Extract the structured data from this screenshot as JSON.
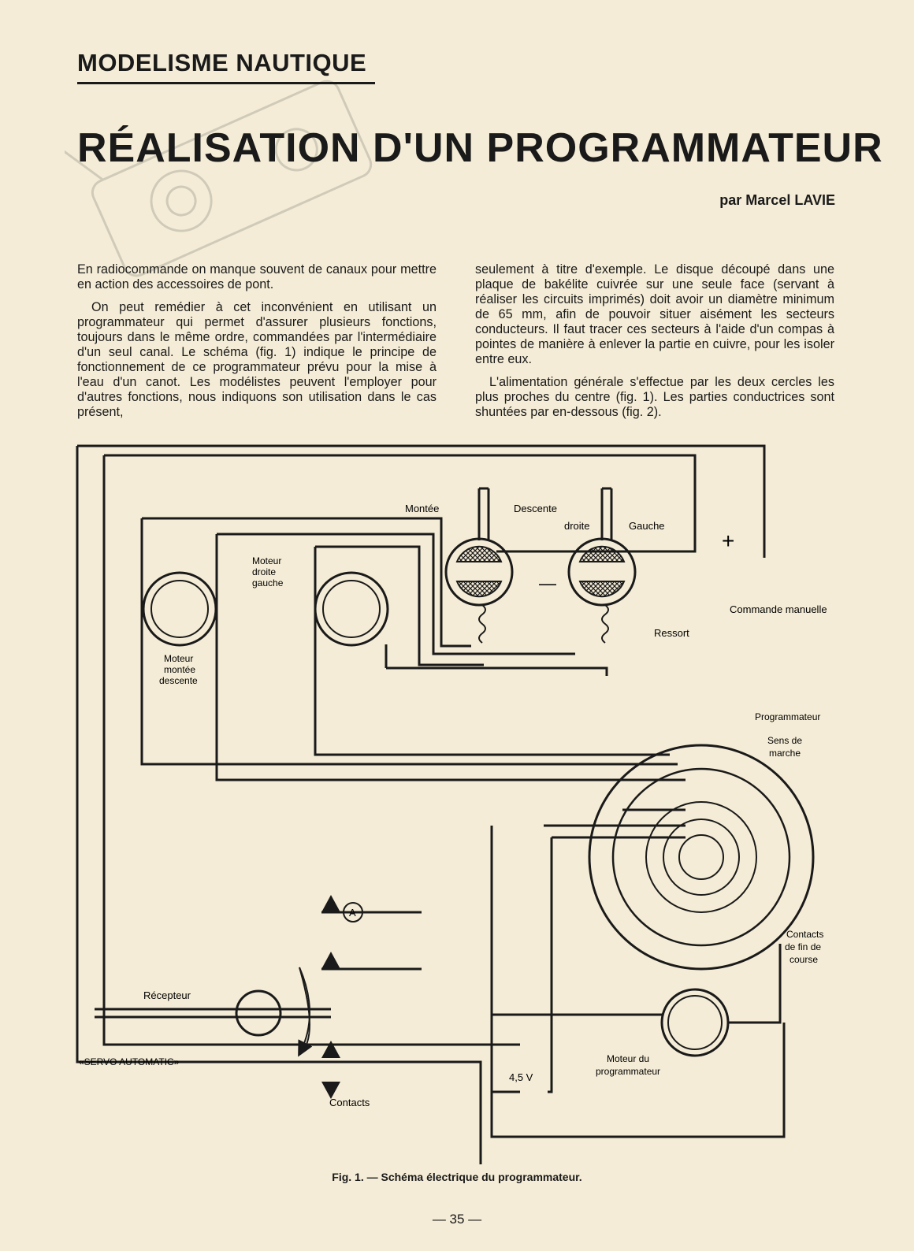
{
  "header": {
    "section": "MODELISME NAUTIQUE",
    "title": "RÉALISATION D'UN PROGRAMMATEUR",
    "byline": "par Marcel LAVIE"
  },
  "article": {
    "left_paragraphs": [
      "En radiocommande on manque souvent de canaux pour mettre en action des accessoires de pont.",
      "On peut remédier à cet inconvénient en utilisant un programmateur qui permet d'assurer plusieurs fonctions, toujours dans le même ordre, commandées par l'intermédiaire d'un seul canal. Le schéma (fig. 1) indique le principe de fonctionnement de ce programmateur prévu pour la mise à l'eau d'un canot. Les modélistes peuvent l'employer pour d'autres fonctions, nous indiquons son utilisation dans le cas présent,"
    ],
    "right_paragraphs": [
      "seulement à titre d'exemple. Le disque découpé dans une plaque de bakélite cuivrée sur une seule face (servant à réaliser les circuits imprimés) doit avoir un diamètre minimum de 65 mm, afin de pouvoir situer aisément les secteurs conducteurs. Il faut tracer ces secteurs à l'aide d'un compas à pointes de manière à enlever la partie en cuivre, pour les isoler entre eux.",
      "L'alimentation générale s'effectue par les deux cercles les plus proches du centre (fig. 1). Les parties conductrices sont shuntées par en-dessous (fig. 2)."
    ]
  },
  "figure": {
    "labels": {
      "montee": "Montée",
      "descente": "Descente",
      "droite": "droite",
      "gauche": "Gauche",
      "plus": "+",
      "minus": "—",
      "moteur_droite_gauche": [
        "Moteur",
        "droite",
        "gauche"
      ],
      "moteur_montee_descente": [
        "Moteur",
        "montée",
        "descente"
      ],
      "commande_manuelle": "Commande manuelle",
      "ressort": "Ressort",
      "programmateur": "Programmateur",
      "sens_de_marche": [
        "Sens de",
        "marche"
      ],
      "contacts_fin_course": [
        "Contacts",
        "de fin de",
        "course"
      ],
      "a_marker": "A",
      "recepteur": "Récepteur",
      "servo": "«SERVO AUTOMATIC»",
      "moteur_programmateur": [
        "Moteur du",
        "programmateur"
      ],
      "voltage": "4,5 V",
      "contacts": "Contacts"
    },
    "caption": "Fig. 1. — Schéma électrique du programmateur."
  },
  "footer": {
    "page_number": "— 35 —"
  }
}
